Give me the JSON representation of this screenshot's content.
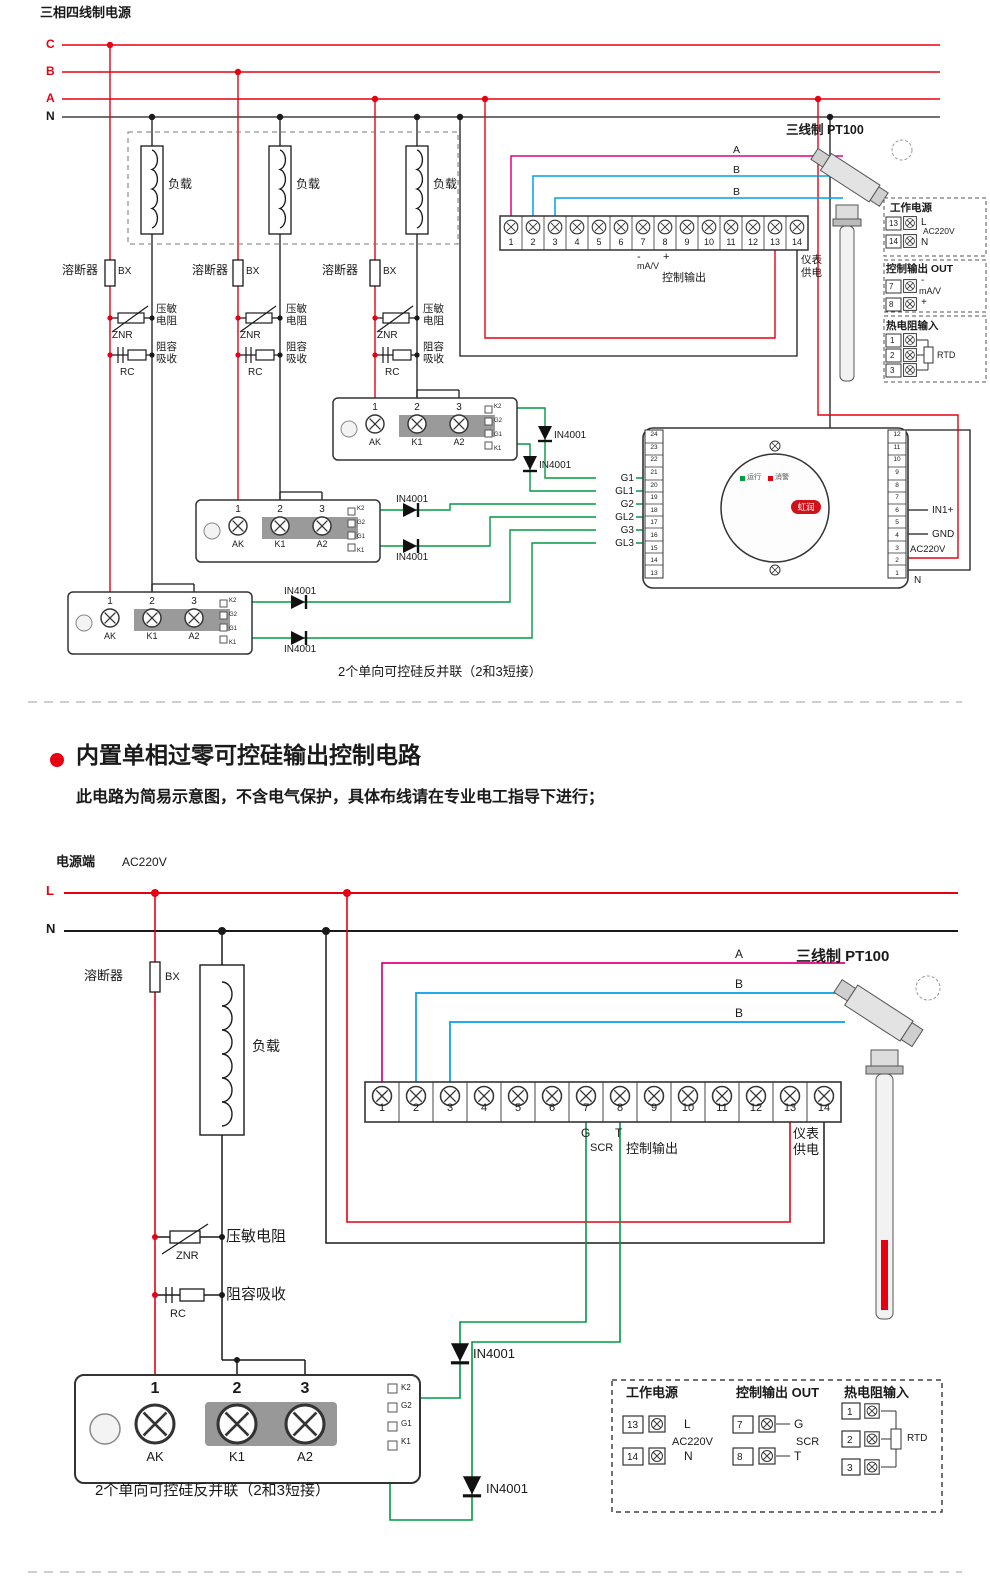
{
  "colors": {
    "red": "#e60012",
    "green": "#009944",
    "magenta": "#e4007f",
    "cyan": "#00a0e9",
    "black": "#1a1a1a"
  },
  "top": {
    "title": "三相四线制电源",
    "phases": [
      "C",
      "B",
      "A",
      "N"
    ],
    "load": "负载",
    "fuse": "溶断器",
    "fuse_code": "BX",
    "znr1": "压敏",
    "znr2": "电阻",
    "znr": "ZNR",
    "rc1": "阻容",
    "rc2": "吸收",
    "rc": "RC",
    "diode": "IN4001",
    "module": {
      "n1": "1",
      "n2": "2",
      "n3": "3",
      "p1": "AK",
      "p2": "K1",
      "p3": "A2",
      "pins": [
        "K2",
        "G2",
        "G1",
        "K1"
      ]
    },
    "strip": [
      "1",
      "2",
      "3",
      "4",
      "5",
      "6",
      "7",
      "8",
      "9",
      "10",
      "11",
      "12",
      "13",
      "14"
    ],
    "minus": "-",
    "plus": "+",
    "mav": "mA/V",
    "ctrl_out": "控制输出",
    "meter1": "仪表",
    "meter2": "供电",
    "pt": {
      "title": "三线制 PT100",
      "a": "A",
      "b1": "B",
      "b2": "B"
    },
    "ctl": {
      "left": [
        "24",
        "23",
        "22",
        "21",
        "20",
        "19",
        "18",
        "17",
        "16",
        "15",
        "14",
        "13"
      ],
      "right": [
        "12",
        "11",
        "10",
        "9",
        "8",
        "7",
        "6",
        "5",
        "4",
        "3",
        "2",
        "1"
      ],
      "g": [
        "G1",
        "GL1",
        "G2",
        "GL2",
        "G3",
        "GL3"
      ],
      "in1": "IN1+",
      "gnd": "GND",
      "ac": "AC220V",
      "n": "N",
      "brand": "虹润",
      "run": "运行",
      "mute": "消警"
    },
    "panels": {
      "p1": {
        "t": "工作电源",
        "r1n": "13",
        "r1l": "L",
        "r2n": "14",
        "r2l": "N",
        "v": "AC220V"
      },
      "p2": {
        "t": "控制输出 OUT",
        "r1n": "7",
        "r2n": "8",
        "minus": "-",
        "plus": "+",
        "u": "mA/V"
      },
      "p3": {
        "t": "热电阻输入",
        "r1": "1",
        "r2": "2",
        "r3": "3",
        "l": "RTD"
      }
    },
    "caption": "2个单向可控硅反并联（2和3短接）"
  },
  "mid": {
    "heading": "内置单相过零可控硅输出控制电路",
    "sub": "此电路为简易示意图，不含电气保护，具体布线请在专业电工指导下进行；"
  },
  "bot": {
    "src": "电源端",
    "v": "AC220V",
    "l": "L",
    "n": "N",
    "fuse": "溶断器",
    "fuse_code": "BX",
    "load": "负载",
    "znr_l": "压敏电阻",
    "znr": "ZNR",
    "rc_l": "阻容吸收",
    "rc": "RC",
    "diode": "IN4001",
    "strip": [
      "1",
      "2",
      "3",
      "4",
      "5",
      "6",
      "7",
      "8",
      "9",
      "10",
      "11",
      "12",
      "13",
      "14"
    ],
    "g": "G",
    "t": "T",
    "scr": "SCR",
    "ctrl_out": "控制输出",
    "meter1": "仪表",
    "meter2": "供电",
    "pt": {
      "title": "三线制 PT100",
      "a": "A",
      "b1": "B",
      "b2": "B"
    },
    "module": {
      "n1": "1",
      "n2": "2",
      "n3": "3",
      "p1": "AK",
      "p2": "K1",
      "p3": "A2",
      "pins": [
        "K2",
        "G2",
        "G1",
        "K1"
      ]
    },
    "panels": {
      "p1": {
        "t": "工作电源",
        "r1n": "13",
        "r1l": "L",
        "r2n": "14",
        "r2l": "N",
        "v": "AC220V"
      },
      "p2": {
        "t": "控制输出 OUT",
        "r1n": "7",
        "r1l": "G",
        "r2n": "8",
        "r2l": "T",
        "m": "SCR"
      },
      "p3": {
        "t": "热电阻输入",
        "r1": "1",
        "r2": "2",
        "r3": "3",
        "l": "RTD"
      }
    },
    "caption": "2个单向可控硅反并联（2和3短接）"
  }
}
